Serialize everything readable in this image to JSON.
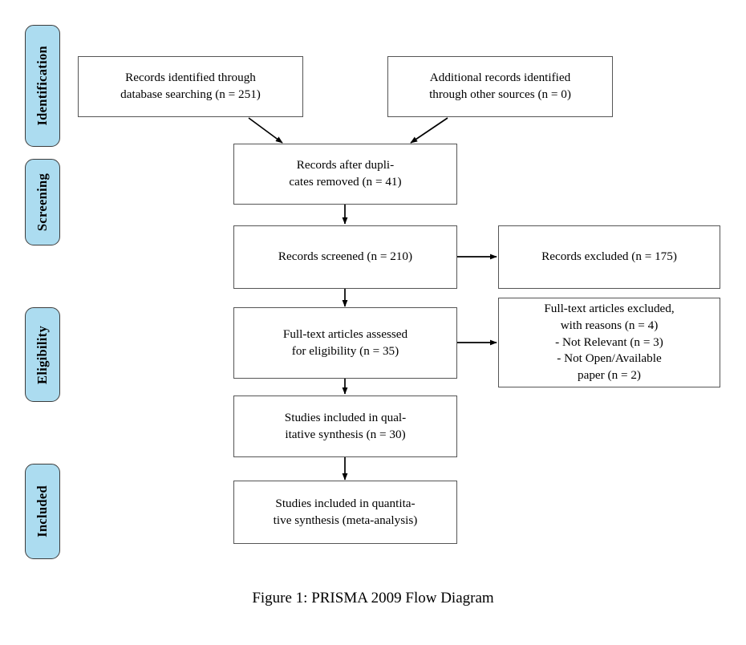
{
  "figure": {
    "caption": "Figure 1: PRISMA 2009 Flow Diagram",
    "accent_color": "#ACDCF0",
    "box_border_color": "#555555",
    "tab_border_color": "#3c3c3c",
    "background_color": "#ffffff",
    "text_color": "#000000"
  },
  "phases": [
    {
      "id": "identification",
      "label": "Identification"
    },
    {
      "id": "screening",
      "label": "Screening"
    },
    {
      "id": "eligibility",
      "label": "Eligibility"
    },
    {
      "id": "included",
      "label": "Included"
    }
  ],
  "boxes": {
    "records_identified": {
      "text": "Records identified through\ndatabase searching (n = 251)",
      "n": 251
    },
    "additional_records": {
      "text": "Additional records identified\nthrough other sources (n = 0)",
      "n": 0
    },
    "duplicates_removed": {
      "text": "Records after dupli-\ncates removed (n = 41)",
      "n": 41
    },
    "records_screened": {
      "text": "Records screened (n = 210)",
      "n": 210
    },
    "records_excluded": {
      "text": "Records excluded (n = 175)",
      "n": 175
    },
    "fulltext_assessed": {
      "text": "Full-text articles assessed\nfor eligibility (n = 35)",
      "n": 35
    },
    "fulltext_excluded": {
      "text": "Full-text articles excluded,\nwith reasons (n = 4)\n- Not Relevant (n = 3)\n- Not Open/Available\npaper (n = 2)",
      "n": 4,
      "reasons": [
        {
          "label": "Not Relevant",
          "n": 3
        },
        {
          "label": "Not Open/Available paper",
          "n": 2
        }
      ]
    },
    "qualitative_synthesis": {
      "text": "Studies included in qual-\nitative synthesis (n = 30)",
      "n": 30
    },
    "quantitative_synthesis": {
      "text": "Studies included in quantita-\ntive synthesis (meta-analysis)"
    }
  },
  "chart_data": {
    "type": "diagram",
    "title": "Figure 1: PRISMA 2009 Flow Diagram",
    "nodes": [
      {
        "id": "records_identified",
        "phase": "Identification",
        "label": "Records identified through database searching",
        "n": 251
      },
      {
        "id": "additional_records",
        "phase": "Identification",
        "label": "Additional records identified through other sources",
        "n": 0
      },
      {
        "id": "duplicates_removed",
        "phase": "Screening",
        "label": "Records after duplicates removed",
        "n": 41
      },
      {
        "id": "records_screened",
        "phase": "Screening",
        "label": "Records screened",
        "n": 210
      },
      {
        "id": "records_excluded",
        "phase": "Screening",
        "label": "Records excluded",
        "n": 175
      },
      {
        "id": "fulltext_assessed",
        "phase": "Eligibility",
        "label": "Full-text articles assessed for eligibility",
        "n": 35
      },
      {
        "id": "fulltext_excluded",
        "phase": "Eligibility",
        "label": "Full-text articles excluded, with reasons",
        "n": 4
      },
      {
        "id": "qualitative_synthesis",
        "phase": "Included",
        "label": "Studies included in qualitative synthesis",
        "n": 30
      },
      {
        "id": "quantitative_synthesis",
        "phase": "Included",
        "label": "Studies included in quantitative synthesis (meta-analysis)",
        "n": null
      }
    ],
    "edges": [
      {
        "from": "records_identified",
        "to": "duplicates_removed"
      },
      {
        "from": "additional_records",
        "to": "duplicates_removed"
      },
      {
        "from": "duplicates_removed",
        "to": "records_screened"
      },
      {
        "from": "records_screened",
        "to": "records_excluded"
      },
      {
        "from": "records_screened",
        "to": "fulltext_assessed"
      },
      {
        "from": "fulltext_assessed",
        "to": "fulltext_excluded"
      },
      {
        "from": "fulltext_assessed",
        "to": "qualitative_synthesis"
      },
      {
        "from": "qualitative_synthesis",
        "to": "quantitative_synthesis"
      }
    ]
  }
}
